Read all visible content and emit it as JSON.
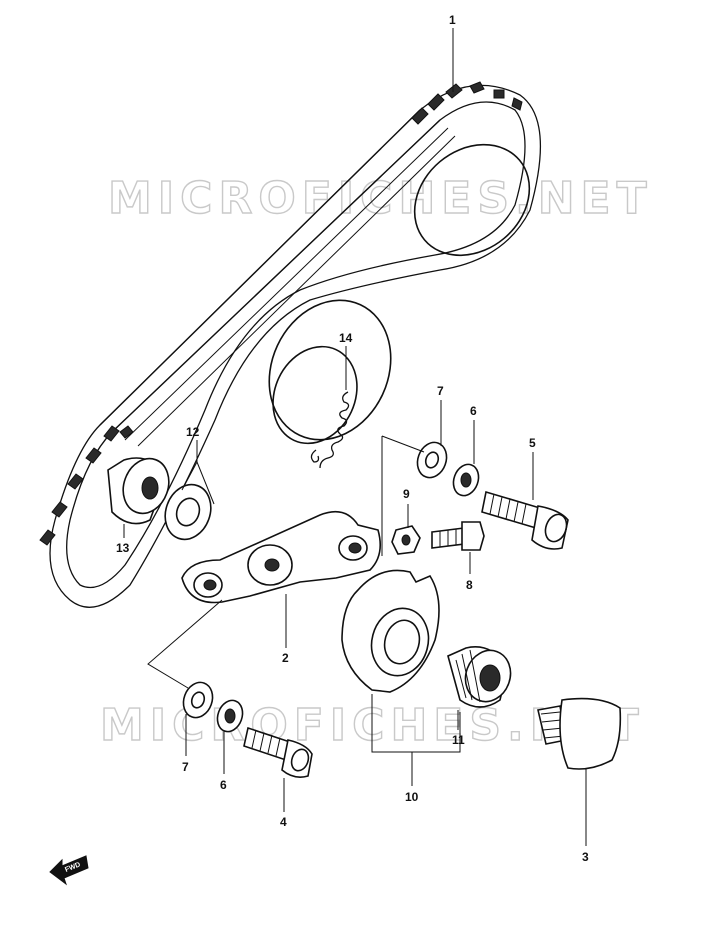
{
  "watermarks": [
    "MICROFICHES.NET",
    "MICROFICHES.NET"
  ],
  "fwd_label": "FWD",
  "callouts": {
    "c1": "1",
    "c2": "2",
    "c3": "3",
    "c4": "4",
    "c5": "5",
    "c6a": "6",
    "c6b": "6",
    "c7a": "7",
    "c7b": "7",
    "c8": "8",
    "c9": "9",
    "c10": "10",
    "c11": "11",
    "c12": "12",
    "c13": "13",
    "c14": "14"
  }
}
